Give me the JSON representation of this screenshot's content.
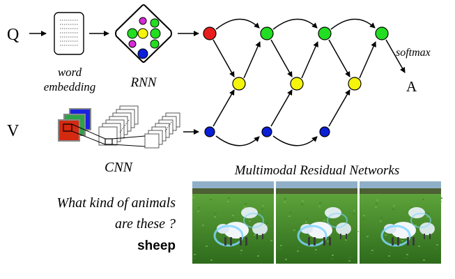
{
  "diagram": {
    "question_input_label": "Q",
    "visual_input_label": "V",
    "answer_label": "A",
    "word_embedding_label_line1": "word",
    "word_embedding_label_line2": "embedding",
    "rnn_label": "RNN",
    "cnn_label": "CNN",
    "softmax_label": "softmax",
    "mrn_title": "Multimodal Residual Networks"
  },
  "example": {
    "question_line1": "What kind of animals",
    "question_line2": "are these ?",
    "answer": "sheep"
  },
  "colors": {
    "question_node": "#e81d1d",
    "hidden_green": "#22dd22",
    "joint_yellow": "#f4f40c",
    "visual_blue": "#0a1fd6",
    "rnn_magenta": "#d62bd6",
    "cnn_red": "#d42a10",
    "cnn_green": "#2ea24a",
    "cnn_blue": "#1a22e0",
    "grass_dark": "#2e6b1c",
    "grass_light": "#5da33a",
    "sky": "#8fb0c8",
    "attention": "#7fd6ff"
  },
  "images": [
    {
      "name": "attention-map-1"
    },
    {
      "name": "attention-map-2"
    },
    {
      "name": "attention-map-3"
    }
  ]
}
